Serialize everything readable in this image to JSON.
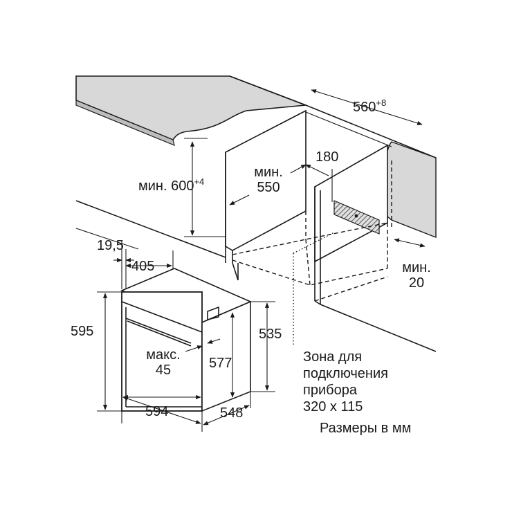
{
  "dimensions": {
    "min_600": {
      "prefix": "мин. 600",
      "sup": "+4"
    },
    "min_550": {
      "line1": "мин.",
      "line2": "550"
    },
    "d180": "180",
    "d560": {
      "value": "560",
      "sup": "+8"
    },
    "min_20": {
      "line1": "мин.",
      "line2": "20"
    },
    "d19_5": "19,5",
    "d405": "405",
    "d595": "595",
    "d535": "535",
    "max_45": {
      "line1": "макс.",
      "line2": "45"
    },
    "d577": "577",
    "d594": "594",
    "d548": "548"
  },
  "connection_zone": {
    "line1": "Зона для",
    "line2": "подключения",
    "line3": "прибора",
    "line4": "320 x 115"
  },
  "units_note": "Размеры в мм",
  "colors": {
    "ink": "#1a1a1a",
    "countertop": "#d8d8d8",
    "hatch": "#555555",
    "background": "#ffffff"
  }
}
